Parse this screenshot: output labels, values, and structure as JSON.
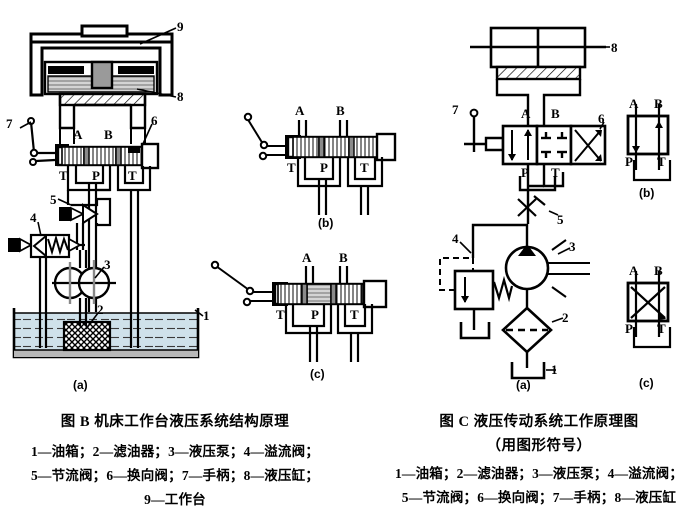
{
  "figures": {
    "left": {
      "id": "figure-b",
      "caption_title": "图  B   机床工作台液压系统结构原理",
      "legend": [
        "1—油箱；2—滤油器；3—液压泵；4—溢流阀；",
        "5—节流阀；6—换向阀；7—手柄；8—液压缸；",
        "9—工作台"
      ],
      "subfigures": [
        "(a)",
        "(b)",
        "(c)"
      ],
      "callouts": [
        "1",
        "2",
        "3",
        "4",
        "5",
        "6",
        "7",
        "8",
        "9"
      ],
      "ports": {
        "main": [
          "A",
          "B",
          "T",
          "P",
          "T"
        ],
        "b": [
          "A",
          "B",
          "T",
          "P",
          "T"
        ],
        "c": [
          "A",
          "B",
          "T",
          "P",
          "T"
        ]
      }
    },
    "right": {
      "id": "figure-c",
      "caption_title": "图  C   液压传动系统工作原理图",
      "caption_subtitle": "（用图形符号）",
      "legend": [
        "1—油箱；2—滤油器；3—液压泵；4—溢流阀；",
        "5—节流阀；6—换向阀；7—手柄；8—液压缸"
      ],
      "subfigures": [
        "(a)",
        "(b)",
        "(c)"
      ],
      "callouts": [
        "1",
        "2",
        "3",
        "4",
        "5",
        "6",
        "7",
        "8"
      ],
      "ports": {
        "main": [
          "A",
          "B",
          "P",
          "T"
        ],
        "b": [
          "A",
          "B",
          "P",
          "T"
        ],
        "c": [
          "A",
          "B",
          "P",
          "T"
        ]
      }
    }
  },
  "colors": {
    "ink": "#000000",
    "fluid": "#c8dce6",
    "hatch": "#b9b9b9",
    "paper": "#ffffff"
  }
}
